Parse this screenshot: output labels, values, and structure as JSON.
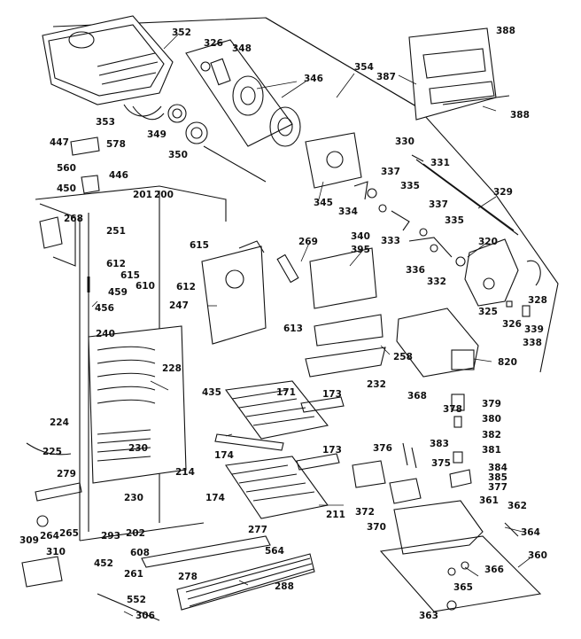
{
  "labels": {
    "p352": "352",
    "p326": "326",
    "p348": "348",
    "p388a": "388",
    "p387": "387",
    "p354": "354",
    "p346": "346",
    "p388b": "388",
    "p353": "353",
    "p349": "349",
    "p350": "350",
    "p447": "447",
    "p578": "578",
    "p560": "560",
    "p446": "446",
    "p450": "450",
    "p330": "330",
    "p331": "331",
    "p337a": "337",
    "p335a": "335",
    "p345": "345",
    "p334": "334",
    "p329": "329",
    "p201": "201",
    "p200": "200",
    "p268": "268",
    "p337b": "337",
    "p340": "340",
    "p333": "333",
    "p335b": "335",
    "p251": "251",
    "p269": "269",
    "p395": "395",
    "p320": "320",
    "p615a": "615",
    "p612a": "612",
    "p615b": "615",
    "p336": "336",
    "p332": "332",
    "p610": "610",
    "p612b": "612",
    "p459": "459",
    "p247": "247",
    "p328": "328",
    "p325": "325",
    "p326b": "326",
    "p339": "339",
    "p338": "338",
    "p456": "456",
    "p613": "613",
    "p240": "240",
    "p258": "258",
    "p820": "820",
    "p228": "228",
    "p435": "435",
    "p232": "232",
    "p171": "171",
    "p173a": "173",
    "p368": "368",
    "p379": "379",
    "p378": "378",
    "p380": "380",
    "p224": "224",
    "p230a": "230",
    "p382": "382",
    "p376": "376",
    "p383": "383",
    "p225": "225",
    "p174a": "174",
    "p173b": "173",
    "p381": "381",
    "p375": "375",
    "p279": "279",
    "p214": "214",
    "p384": "384",
    "p385": "385",
    "p174b": "174",
    "p230b": "230",
    "p377": "377",
    "p211": "211",
    "p361": "361",
    "p372": "372",
    "p362": "362",
    "p264": "264",
    "p265": "265",
    "p370": "370",
    "p293": "293",
    "p202": "202",
    "p277": "277",
    "p364": "364",
    "p309": "309",
    "p608": "608",
    "p564": "564",
    "p360": "360",
    "p310": "310",
    "p452": "452",
    "p366": "366",
    "p261": "261",
    "p278": "278",
    "p288": "288",
    "p365": "365",
    "p552": "552",
    "p306": "306",
    "p363": "363"
  }
}
